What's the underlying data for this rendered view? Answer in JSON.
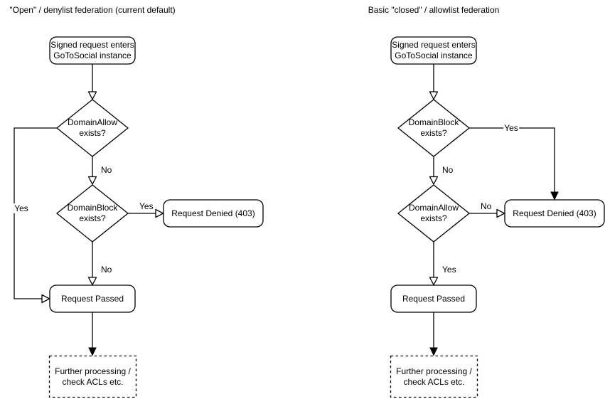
{
  "diagram": {
    "left": {
      "title": "\"Open\" / denylist federation (current default)",
      "nodes": {
        "start": "Signed request enters\nGoToSocial instance",
        "decision1": "DomainAllow\nexists?",
        "decision2": "DomainBlock\nexists?",
        "denied": "Request Denied (403)",
        "passed": "Request Passed",
        "further": "Further processing /\ncheck ACLs etc."
      },
      "labels": {
        "decision1_yes": "Yes",
        "decision1_no": "No",
        "decision2_yes": "Yes",
        "decision2_no": "No"
      }
    },
    "right": {
      "title": "Basic \"closed\" / allowlist federation",
      "nodes": {
        "start": "Signed request enters\nGoToSocial instance",
        "decision1": "DomainBlock\nexists?",
        "decision2": "DomainAllow\nexists?",
        "denied": "Request Denied (403)",
        "passed": "Request Passed",
        "further": "Further processing /\ncheck ACLs etc."
      },
      "labels": {
        "decision1_yes": "Yes",
        "decision1_no": "No",
        "decision2_no": "No",
        "decision2_yes": "Yes"
      }
    }
  },
  "colors": {
    "stroke": "#000000",
    "text": "#000000",
    "background": "#ffffff"
  }
}
